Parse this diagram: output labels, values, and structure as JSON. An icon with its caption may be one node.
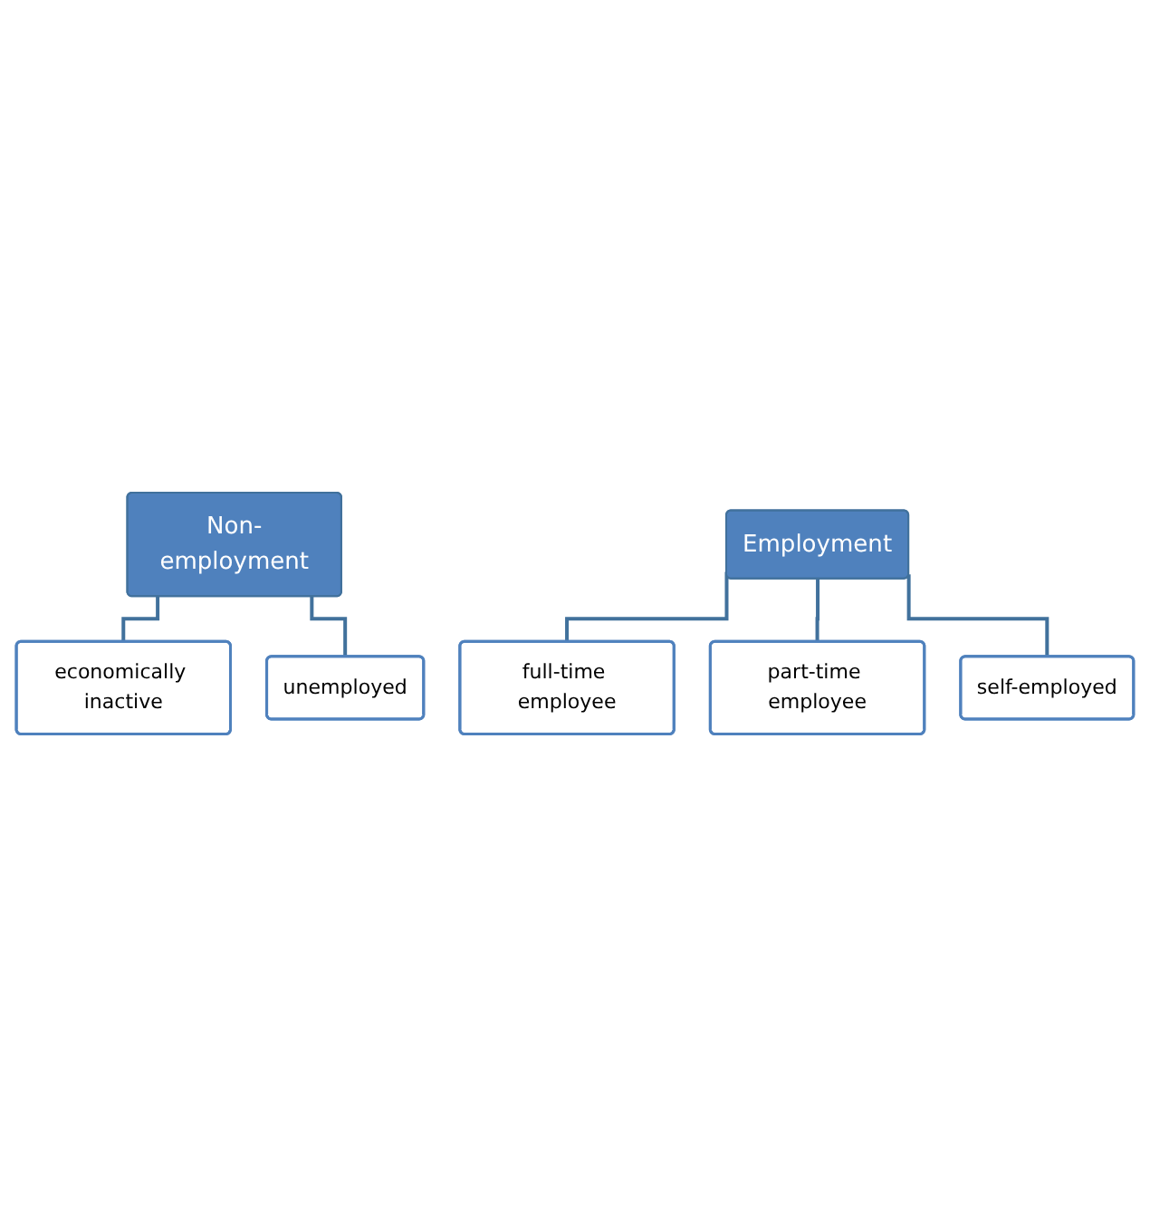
{
  "diagram": {
    "nodes": [
      {
        "text": [
          "Non-employment"
        ]
      },
      {
        "text": [
          "economically inactive"
        ]
      },
      {
        "text": [
          "unemployed"
        ]
      },
      {
        "text": [
          "Employment"
        ]
      },
      {
        "text": [
          "full-time employee"
        ]
      },
      {
        "text": [
          "part-time employee"
        ]
      },
      {
        "text": [
          "self-employed"
        ]
      }
    ],
    "edges": [
      {
        "from": 0,
        "to": 1,
        "arrow": "none"
      },
      {
        "from": 0,
        "to": 2,
        "arrow": "none"
      },
      {
        "from": 3,
        "to": 4,
        "arrow": "none"
      },
      {
        "from": 3,
        "to": 5,
        "arrow": "none"
      },
      {
        "from": 3,
        "to": 6,
        "arrow": "none"
      }
    ]
  }
}
